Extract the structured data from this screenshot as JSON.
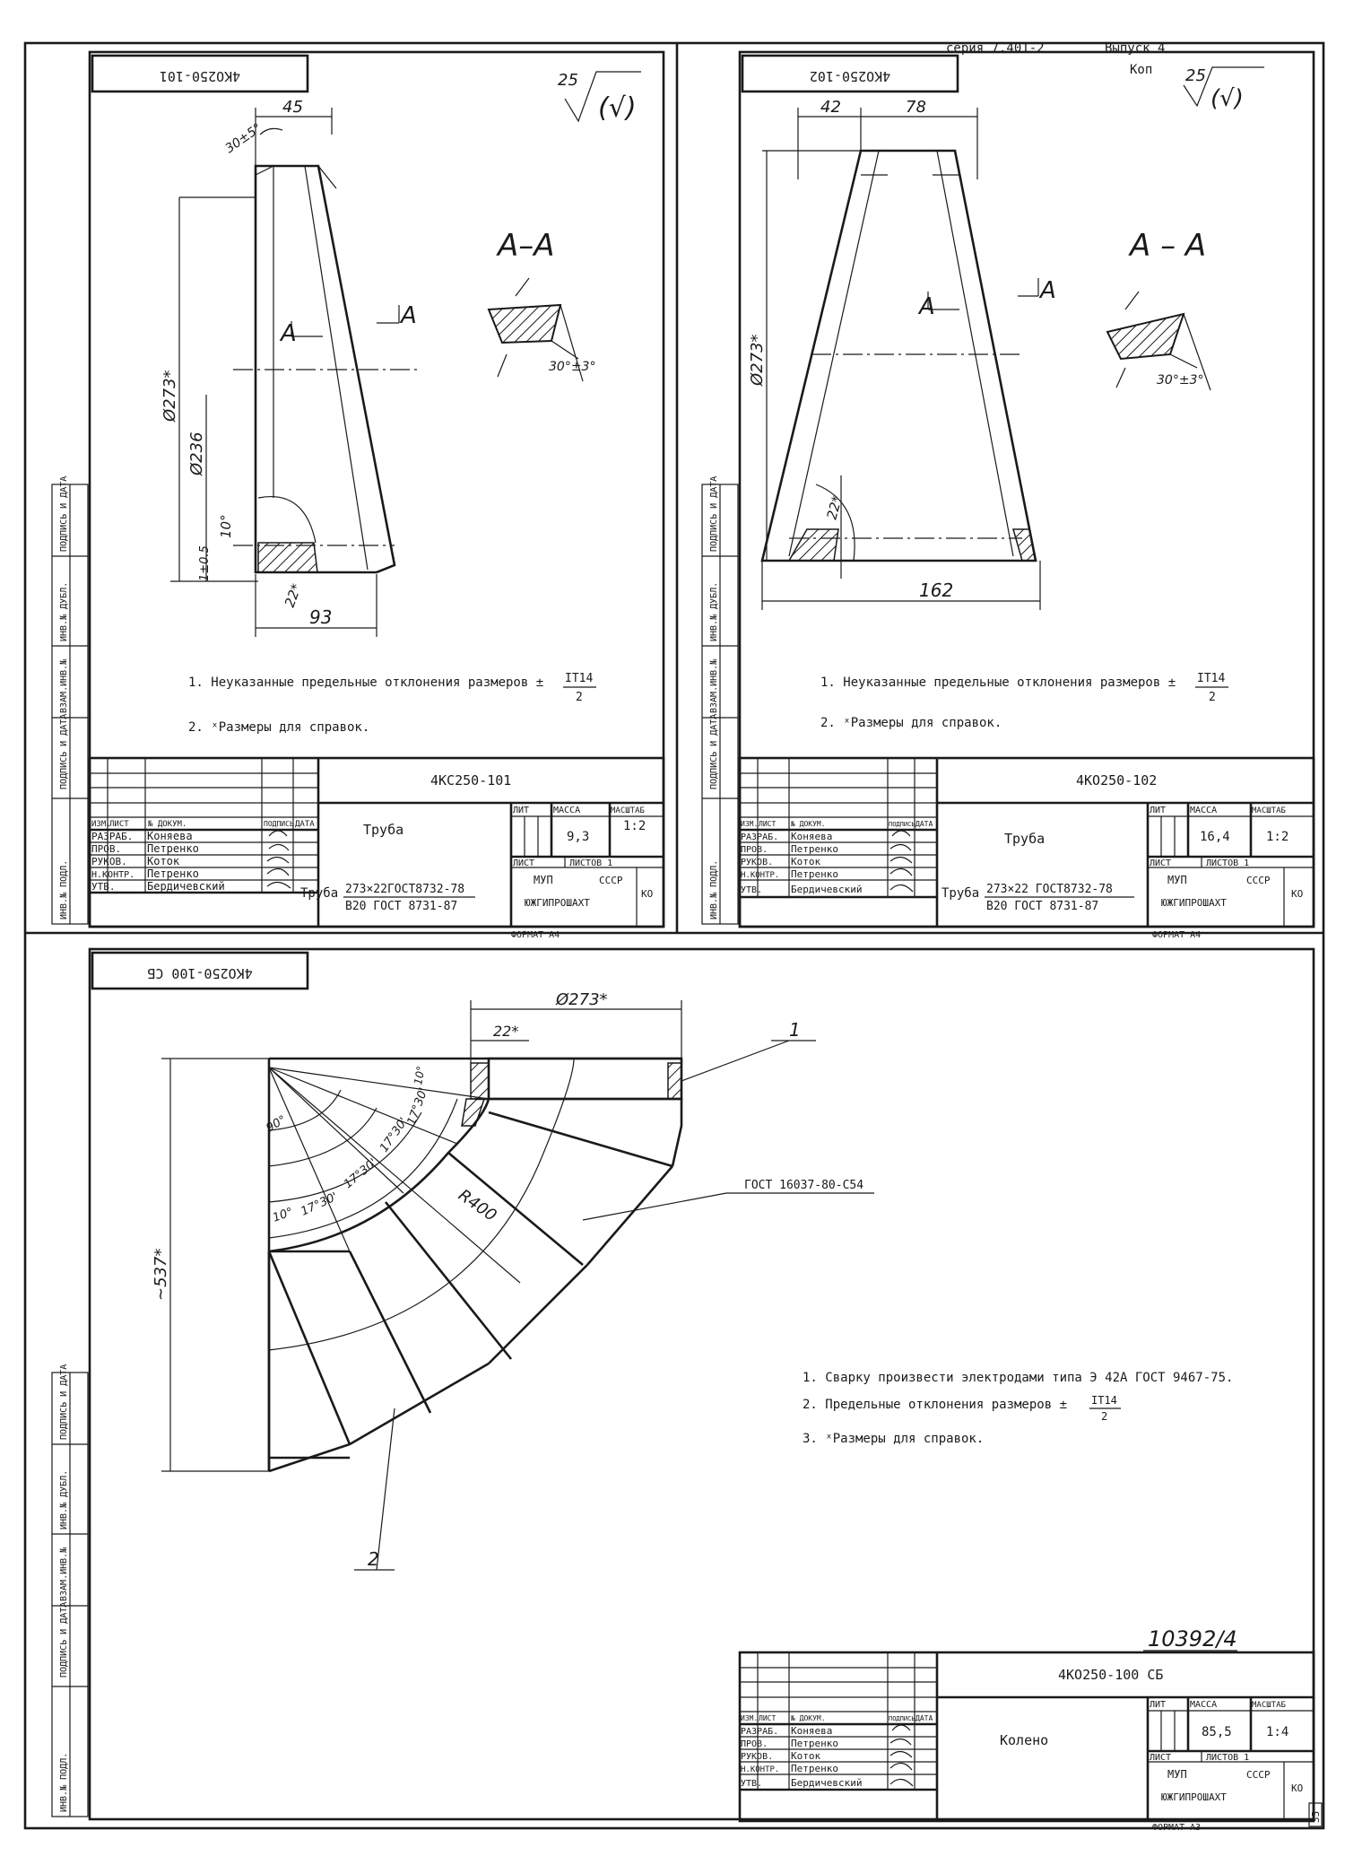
{
  "header": {
    "series": "серия 7.401-2",
    "issue": "Выпуск 4",
    "copy": "Коп"
  },
  "side_stamp_labels": [
    "ИНВ.№ ПОДЛ.",
    "ПОДПИСЬ И ДАТА",
    "ВЗАМ.ИНВ.№",
    "ИНВ.№ ДУБЛ.",
    "ПОДПИСЬ И ДАТА"
  ],
  "sheets": [
    {
      "code_box": "4КО250-101",
      "roughness": "25",
      "roughness_suffix": "(√)",
      "dims": {
        "top": "45",
        "chamfer": "30±5°",
        "dia_outer": "Ø273*",
        "dia_inner": "Ø236",
        "angle": "10°",
        "tolerance": "1±0.5",
        "wall": "22*",
        "bottom": "93"
      },
      "section": {
        "label": "A–A",
        "angle": "30°±3°",
        "mark_left": "A",
        "mark_right": "A"
      },
      "notes": [
        "1. Неуказанные предельные отклонения размеров ±",
        "2. ˣРазмеры для справок."
      ],
      "tolerance_frac": {
        "num": "IT14",
        "den": "2"
      },
      "title_block": {
        "code": "4КС250-101",
        "name": "Труба",
        "lit": "ЛИТ",
        "mass_label": "МАССА",
        "scale_label": "МАСШТАБ",
        "mass": "9,3",
        "scale": "1:2",
        "sheet": "ЛИСТ",
        "sheets": "ЛИСТОВ 1",
        "material_prefix": "Труба",
        "material_line1": "273×22ГОСТ8732-78",
        "material_line2": "В20 ГОСТ 8731-87",
        "org1": "МУП",
        "org2": "СССР",
        "org3": "ЮЖГИПРОШАХТ",
        "org4": "КО",
        "format": "ФОРМАТ А4",
        "rows": [
          {
            "role": "ИЗМ.",
            "name": ""
          },
          {
            "role": "РАЗРАБ.",
            "name": "Коняева"
          },
          {
            "role": "ПРОВ.",
            "name": "Петренко"
          },
          {
            "role": "РУКОВ.",
            "name": "Коток"
          },
          {
            "role": "Н.КОНТР.",
            "name": "Петренко"
          },
          {
            "role": "УТВ.",
            "name": "Бердичевский"
          }
        ],
        "cols": [
          "ИЗМ.",
          "ЛИСТ",
          "№ ДОКУМ.",
          "ПОДПИСЬ",
          "ДАТА"
        ]
      }
    },
    {
      "code_box": "4КО250-102",
      "roughness": "25",
      "roughness_suffix": "(√)",
      "dims": {
        "top_left": "42",
        "top_right": "78",
        "dia_outer": "Ø273*",
        "wall": "22*",
        "bottom": "162"
      },
      "section": {
        "label": "A – A",
        "angle": "30°±3°",
        "mark_left": "A",
        "mark_right": "A"
      },
      "notes": [
        "1. Неуказанные предельные отклонения размеров ±",
        "2. ˣРазмеры для справок."
      ],
      "tolerance_frac": {
        "num": "IT14",
        "den": "2"
      },
      "title_block": {
        "code": "4КО250-102",
        "name": "Труба",
        "lit": "ЛИТ",
        "mass_label": "МАССА",
        "scale_label": "МАСШТАБ",
        "mass": "16,4",
        "scale": "1:2",
        "sheet": "ЛИСТ",
        "sheets": "ЛИСТОВ 1",
        "material_prefix": "Труба",
        "material_line1": "273×22 ГОСТ8732-78",
        "material_line2": "В20 ГОСТ 8731-87",
        "org1": "МУП",
        "org2": "СССР",
        "org3": "ЮЖГИПРОШАХТ",
        "org4": "КО",
        "format": "ФОРМАТ А4",
        "rows": [
          {
            "role": "ИЗМ.",
            "name": ""
          },
          {
            "role": "РАЗРАБ.",
            "name": "Коняева"
          },
          {
            "role": "ПРОВ.",
            "name": "Петренко"
          },
          {
            "role": "РУКОВ.",
            "name": "Коток"
          },
          {
            "role": "Н.КОНТР.",
            "name": "Петренко"
          },
          {
            "role": "УТВ.",
            "name": "Бердичевский"
          }
        ],
        "cols": [
          "ИЗМ.",
          "ЛИСТ",
          "№ ДОКУМ.",
          "ПОДПИСЬ",
          "ДАТА"
        ]
      }
    },
    {
      "code_box": "4КО250-100 СБ",
      "dims": {
        "dia": "Ø273*",
        "wall": "22*",
        "height": "~537*",
        "radius": "R400",
        "a1": "10°",
        "a2": "17°30'",
        "a3": "17°30'",
        "a4": "17°30'",
        "a5": "17°30'",
        "a6": "10°",
        "right": "90°"
      },
      "callouts": {
        "p1": "1",
        "p2": "2",
        "weld": "ГОСТ 16037-80-С54"
      },
      "notes": [
        "1. Сварку произвести электродами типа Э 42А ГОСТ 9467-75.",
        "2. Предельные отклонения размеров ±",
        "3. ˣРазмеры для справок."
      ],
      "tolerance_frac": {
        "num": "IT14",
        "den": "2"
      },
      "doc_number": "10392/4",
      "title_block": {
        "code": "4КО250-100 СБ",
        "name": "Колено",
        "lit": "ЛИТ",
        "mass_label": "МАССА",
        "scale_label": "МАСШТАБ",
        "mass": "85,5",
        "scale": "1:4",
        "sheet": "ЛИСТ",
        "sheets": "ЛИСТОВ 1",
        "org1": "МУП",
        "org2": "СССР",
        "org3": "ЮЖГИПРОШАХТ",
        "org4": "КО",
        "format": "ФОРМАТ А3",
        "rows": [
          {
            "role": "ИЗМ.",
            "name": ""
          },
          {
            "role": "РАЗРАБ.",
            "name": "Коняева"
          },
          {
            "role": "ПРОВ.",
            "name": "Петренко"
          },
          {
            "role": "РУКОВ.",
            "name": "Коток"
          },
          {
            "role": "Н.КОНТР.",
            "name": "Петренко"
          },
          {
            "role": "УТВ.",
            "name": "Бердичевский"
          }
        ],
        "cols": [
          "ИЗМ.",
          "ЛИСТ",
          "№ ДОКУМ.",
          "ПОДПИСЬ",
          "ДАТА"
        ]
      }
    }
  ],
  "page_number": "35"
}
